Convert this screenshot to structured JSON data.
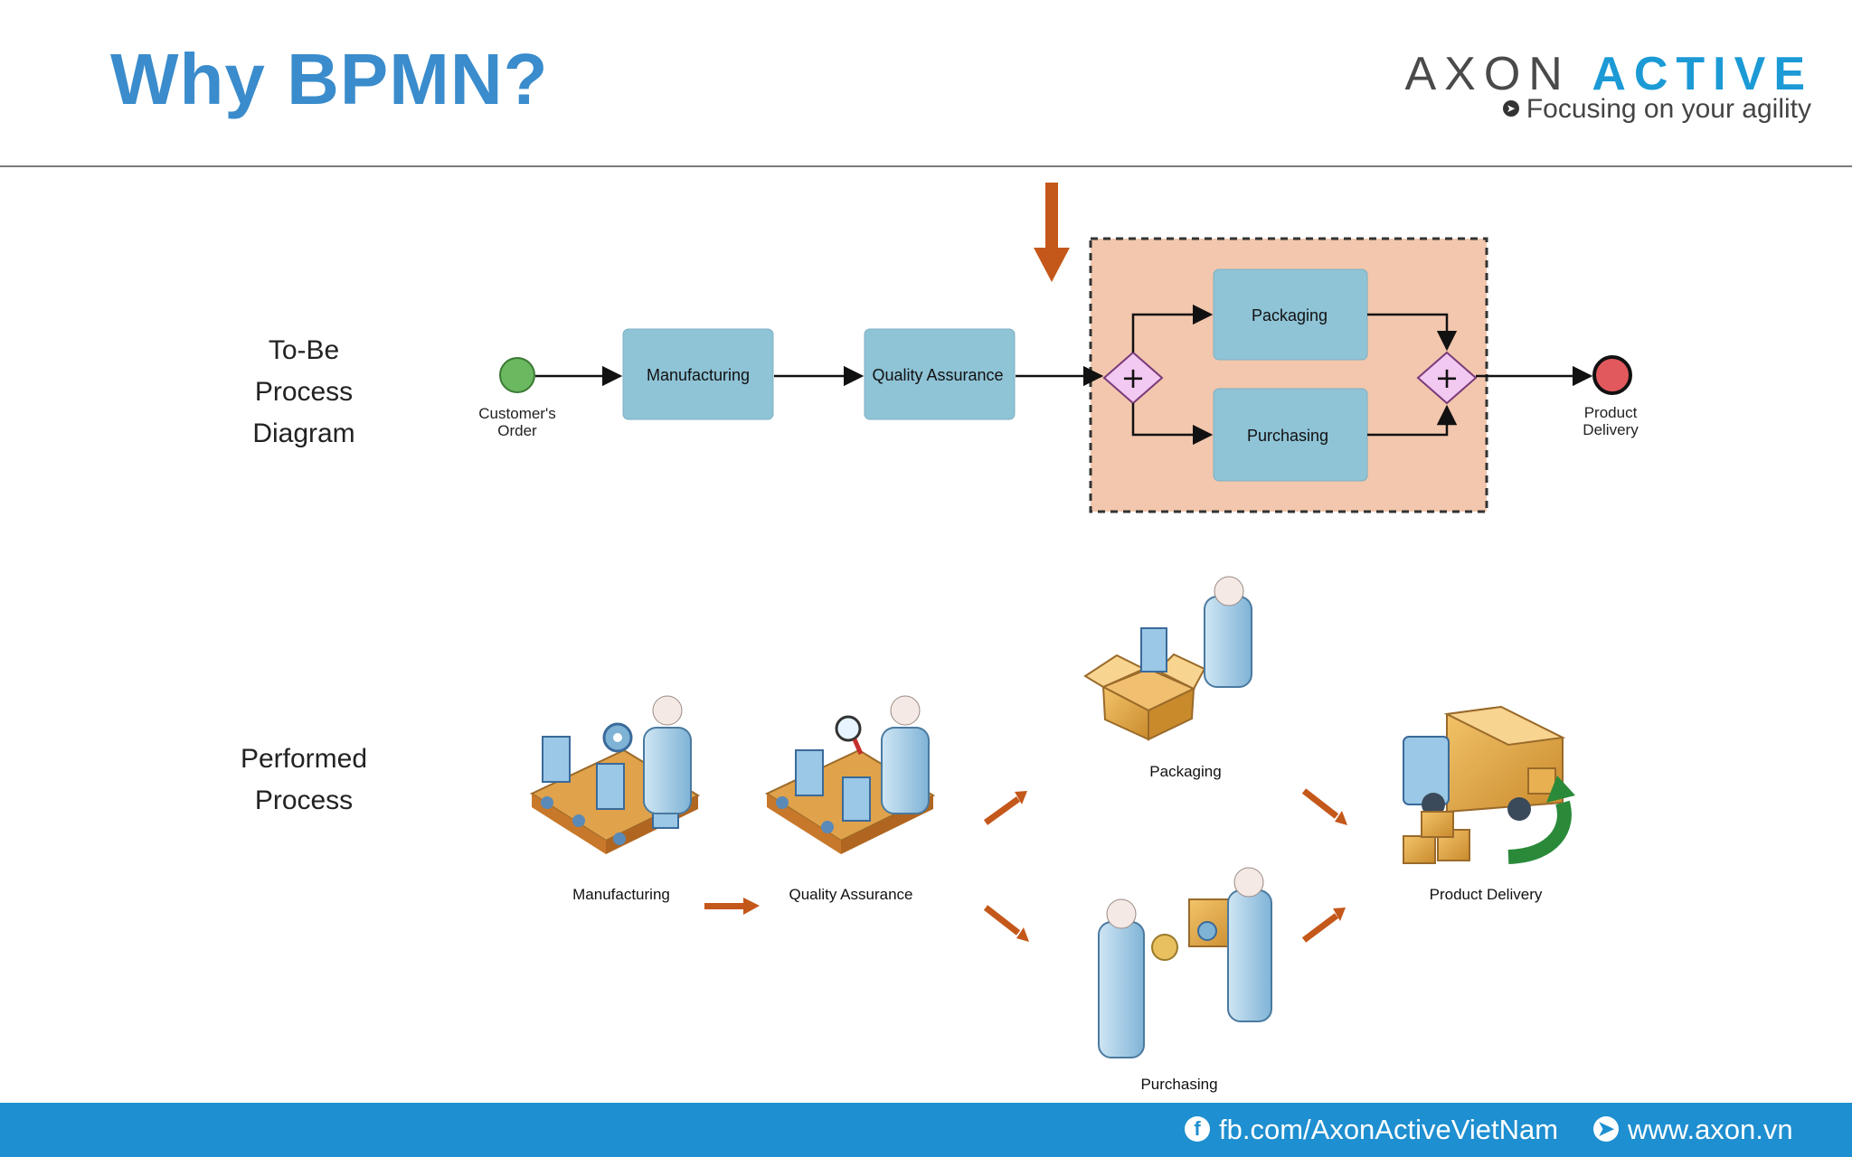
{
  "slide": {
    "title": "Why BPMN?"
  },
  "logo": {
    "name_part1": "AXON",
    "name_part2": "ACTIVE",
    "tagline": "Focusing on your agility"
  },
  "to_be": {
    "row_label": [
      "To-Be",
      "Process",
      "Diagram"
    ],
    "start_event": [
      "Customer's",
      "Order"
    ],
    "tasks": {
      "manufacturing": "Manufacturing",
      "quality_assurance": "Quality Assurance",
      "packaging": "Packaging",
      "purchasing": "Purchasing"
    },
    "gateway_symbol": "+",
    "end_event": [
      "Product",
      "Delivery"
    ]
  },
  "performed": {
    "row_label": [
      "Performed",
      "Process"
    ],
    "steps": {
      "manufacturing": "Manufacturing",
      "quality_assurance": "Quality Assurance",
      "packaging": "Packaging",
      "purchasing": "Purchasing",
      "product_delivery": "Product Delivery"
    }
  },
  "footer": {
    "facebook": "fb.com/AxonActiveVietNam",
    "website": "www.axon.vn"
  },
  "colors": {
    "title": "#3a8ccc",
    "task_fill": "#8fc3d6",
    "subprocess_fill": "#f2c7ad",
    "gateway_fill": "#f2c9f1",
    "start_event": "#6ab85f",
    "end_event": "#e2595d",
    "arrow_orange": "#c4581a",
    "footer_bg": "#1e8fd0"
  }
}
